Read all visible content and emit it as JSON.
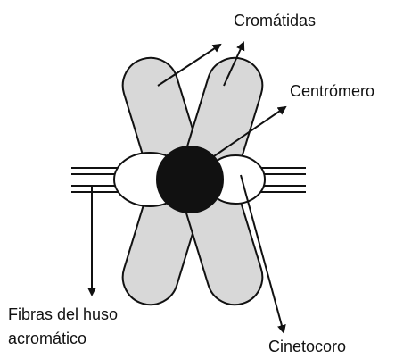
{
  "labels": {
    "chromatids": "Cromátidas",
    "centromere": "Centrómero",
    "spindle_line1": "Fibras del huso",
    "spindle_line2": "acromático",
    "kinetochore": "Cinetocoro"
  },
  "colors": {
    "chromatid_fill": "#d8d8d8",
    "centromere_fill": "#111111",
    "outline": "#111111"
  }
}
